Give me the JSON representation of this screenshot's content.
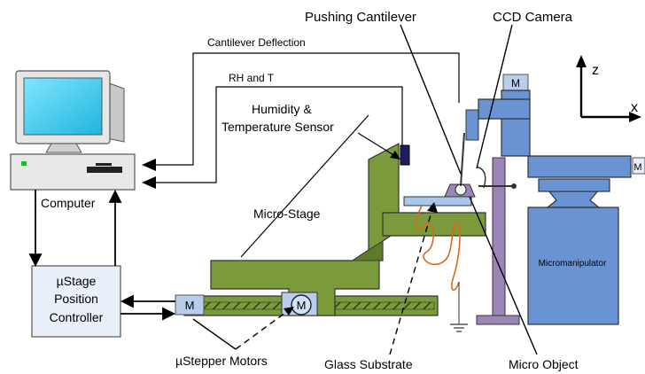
{
  "labels": {
    "pushing_cantilever": "Pushing Cantilever",
    "ccd_camera": "CCD  Camera",
    "cantilever_deflection": "Cantilever Deflection",
    "rh_and_t": "RH and T",
    "humidity_line1": "Humidity &",
    "humidity_line2": "Temperature Sensor",
    "micro_stage": "Micro-Stage",
    "computer": "Computer",
    "controller_line1": "µStage",
    "controller_line2": "Position",
    "controller_line3": "Controller",
    "stepper_motors": "µStepper Motors",
    "glass_substrate": "Glass Substrate",
    "micro_object": "Micro Object",
    "micromanipulator": "Micromanipulator",
    "motor": "M",
    "axis_z": "z",
    "axis_x": "x"
  },
  "colors": {
    "stage_green": "#7a9a3c",
    "manipulator_blue": "#6a93d4",
    "pole_purple": "#9c86b8",
    "controller_fill": "#eaf0fa",
    "screen_cyan": "#33ccee",
    "wire_orange": "#d86a1a"
  }
}
